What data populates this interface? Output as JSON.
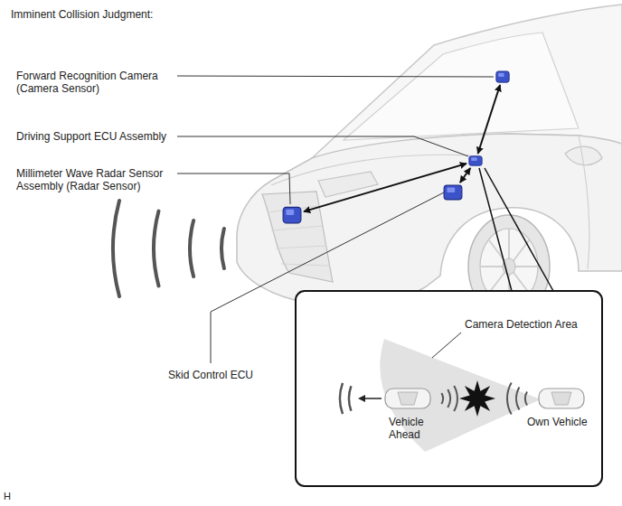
{
  "diagram": {
    "title": "Imminent Collision Judgment:",
    "nodes": [
      {
        "text": [
          "Forward Recognition Camera (Camera Sensor)"
        ]
      },
      {
        "text": [
          "Driving Support ECU Assembly"
        ]
      },
      {
        "text": [
          "Millimeter Wave Radar Sensor Assembly (Radar Sensor)"
        ]
      },
      {
        "text": [
          "Skid Control ECU"
        ]
      }
    ],
    "edges": [
      {
        "from": 0,
        "to": 1,
        "arrow": "both"
      },
      {
        "from": 2,
        "to": 1,
        "arrow": "both"
      },
      {
        "from": 1,
        "to": 3,
        "arrow": "both"
      }
    ],
    "labels": [
      "Camera Detection Area",
      "Vehicle Ahead",
      "Own Vehicle",
      "H"
    ]
  }
}
